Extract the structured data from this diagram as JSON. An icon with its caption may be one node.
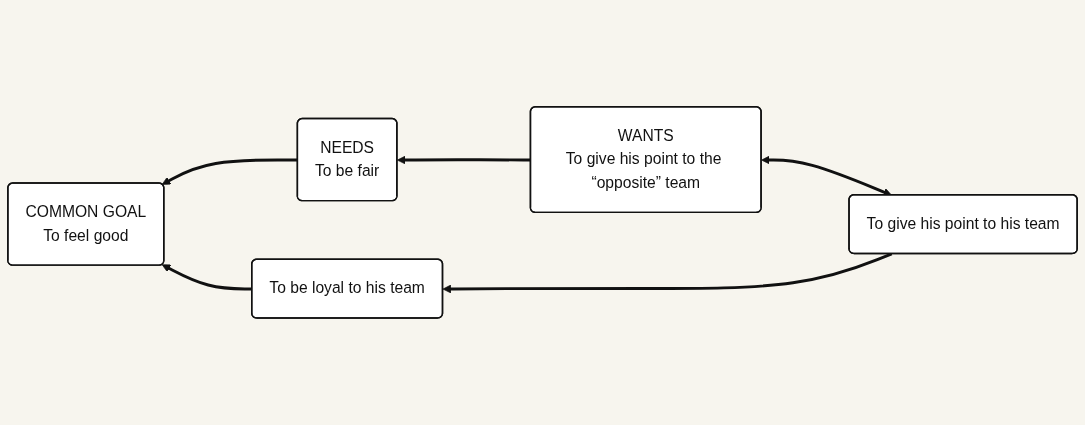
{
  "diagram": {
    "nodes": [
      {
        "text": [
          "COMMON GOAL",
          "To feel good"
        ]
      },
      {
        "text": [
          "NEEDS",
          "To be fair"
        ]
      },
      {
        "text": [
          "WANTS",
          "To give his point to the “opposite” team"
        ]
      },
      {
        "text": [
          "To be loyal to his team"
        ]
      },
      {
        "text": [
          "To give his point to his team"
        ]
      }
    ],
    "edges": [
      {
        "from": 1,
        "to": 0,
        "arrow": "to"
      },
      {
        "from": 3,
        "to": 0,
        "arrow": "to"
      },
      {
        "from": 2,
        "to": 1,
        "arrow": "to"
      },
      {
        "from": 4,
        "to": 3,
        "arrow": "to"
      },
      {
        "from": 4,
        "to": 2,
        "arrow": "both"
      }
    ]
  }
}
